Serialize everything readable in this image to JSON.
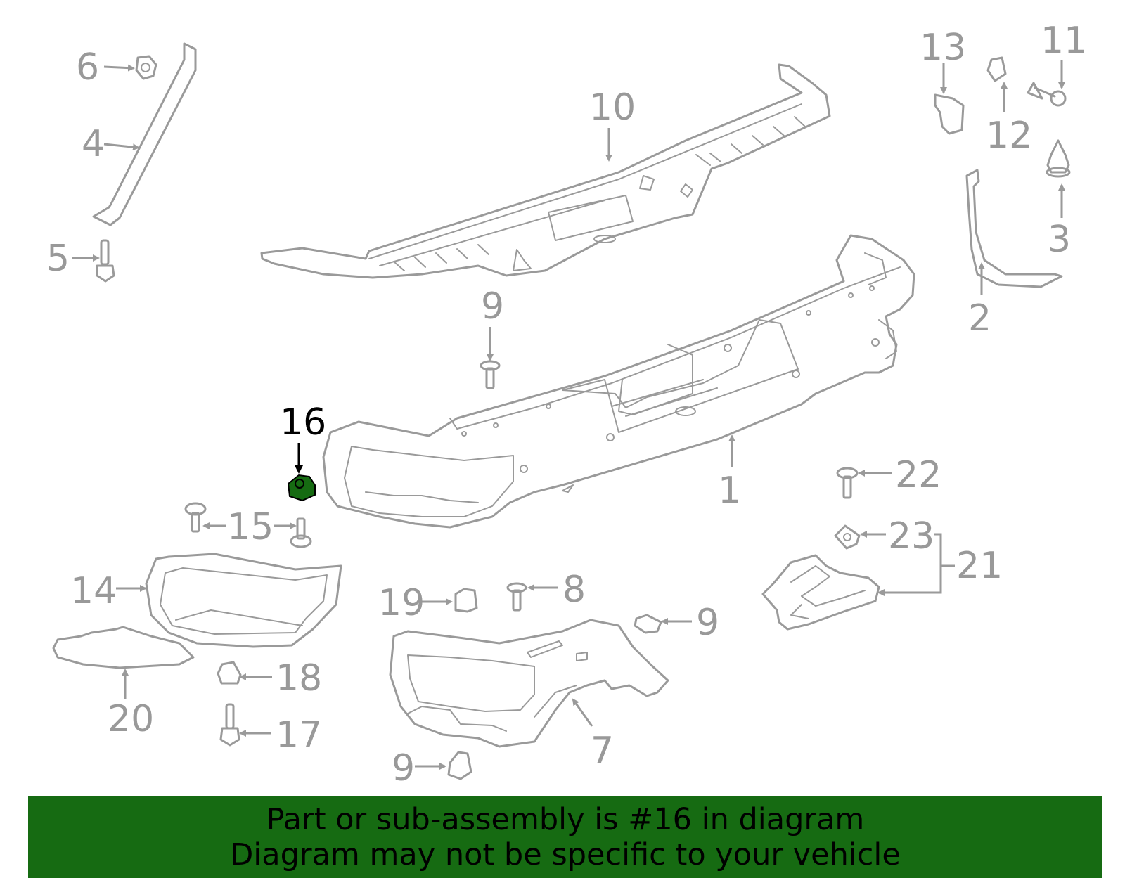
{
  "diagram": {
    "highlight_color": "#166b12",
    "highlighted_part": "16",
    "callouts": {
      "c1": "1",
      "c2": "2",
      "c3": "3",
      "c4": "4",
      "c5": "5",
      "c6": "6",
      "c7": "7",
      "c8": "8",
      "c9a": "9",
      "c9b": "9",
      "c9c": "9",
      "c10": "10",
      "c11": "11",
      "c12": "12",
      "c13": "13",
      "c14": "14",
      "c15": "15",
      "c16": "16",
      "c17": "17",
      "c18": "18",
      "c19": "19",
      "c20": "20",
      "c21": "21",
      "c22": "22",
      "c23": "23"
    }
  },
  "banner": {
    "line1": "Part or sub-assembly is #16 in diagram",
    "line2": "Diagram may not be specific to your vehicle",
    "background": "#166b12"
  }
}
